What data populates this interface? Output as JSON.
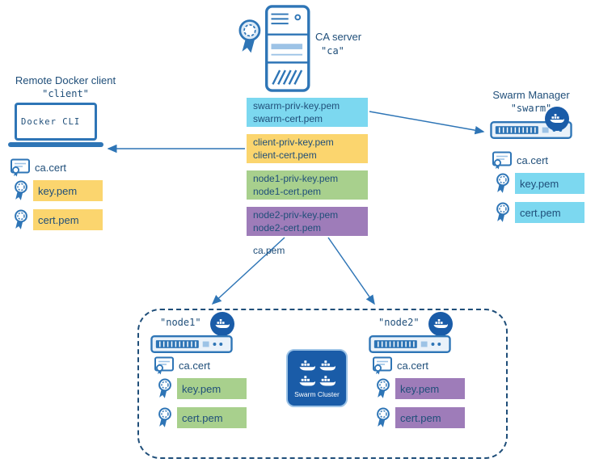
{
  "colors": {
    "navy": "#1F4E79",
    "icon-blue": "#2E75B6",
    "icon-light": "#9DC3E6",
    "cyan": "#7CD8F0",
    "yellow": "#FBD56E",
    "green": "#A8D08D",
    "purple": "#9E7CB9",
    "whale-bg": "#1A5CA8",
    "cluster-border": "#9DC3E6"
  },
  "ca_server": {
    "title": "CA server",
    "name": "\"ca\""
  },
  "file_stack": {
    "groups": [
      {
        "line1": "swarm-priv-key.pem",
        "line2": "swarm-cert.pem"
      },
      {
        "line1": "client-priv-key.pem",
        "line2": "client-cert.pem"
      },
      {
        "line1": "node1-priv-key.pem",
        "line2": "node1-cert.pem"
      },
      {
        "line1": "node2-priv-key.pem",
        "line2": "node2-cert.pem"
      }
    ],
    "ca_pem": "ca.pem"
  },
  "client": {
    "title": "Remote Docker client",
    "name": "\"client\"",
    "laptop_label": "Docker CLI",
    "ca_cert": "ca.cert",
    "key": "key.pem",
    "cert": "cert.pem"
  },
  "swarm_manager": {
    "title": "Swarm Manager",
    "name": "\"swarm\"",
    "ca_cert": "ca.cert",
    "key": "key.pem",
    "cert": "cert.pem"
  },
  "cluster": {
    "label": "Swarm Cluster",
    "node1": {
      "name": "\"node1\"",
      "ca_cert": "ca.cert",
      "key": "key.pem",
      "cert": "cert.pem"
    },
    "node2": {
      "name": "\"node2\"",
      "ca_cert": "ca.cert",
      "key": "key.pem",
      "cert": "cert.pem"
    }
  }
}
